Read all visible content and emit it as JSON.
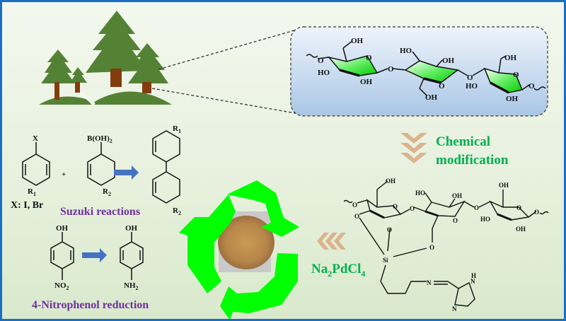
{
  "title": "Cellulose-supported Pd catalyst graphical abstract",
  "colors": {
    "border": "#1a6fc4",
    "tree_green": "#548235",
    "trunk": "#843c0c",
    "purple_label": "#7030a0",
    "green_label": "#00b050",
    "chevron": "#dcb48c",
    "recycle": "#00ff00",
    "blue_arrow": "#4472c4"
  },
  "labels": {
    "chemical_modification_line1": "Chemical",
    "chemical_modification_line2": "modification",
    "reagent_na": "Na",
    "reagent_2": "2",
    "reagent_pdcl": "PdCl",
    "reagent_4": "4",
    "suzuki": "Suzuki reactions",
    "nitrophenol": "4-Nitrophenol reduction",
    "halide": "X: I, Br"
  },
  "chem": {
    "X": "X",
    "R1": "R",
    "R2": "R",
    "sub1": "1",
    "sub2": "2",
    "boronic": "B(OH)",
    "plus": "+",
    "OH": "OH",
    "HO": "HO",
    "O": "O",
    "NO2": "NO",
    "NH2": "NH",
    "Si": "Si",
    "N": "N",
    "H": "H"
  },
  "icons": [
    "tree-icon",
    "recycle-icon",
    "chevron-down-icon",
    "chevron-left-icon",
    "arrow-right-icon"
  ]
}
